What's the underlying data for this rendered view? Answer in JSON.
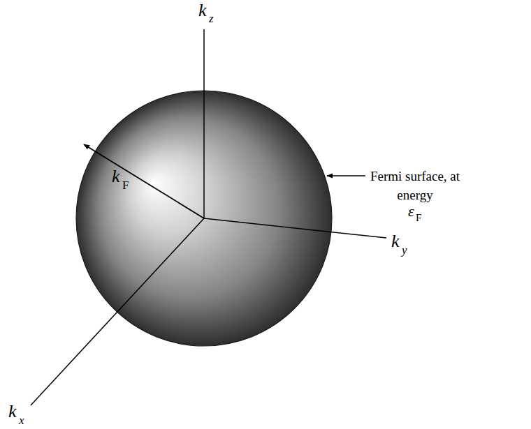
{
  "diagram": {
    "labels": [
      "k",
      "z",
      "k",
      "y",
      "k",
      "x",
      "k",
      "F",
      "Fermi surface, at energy",
      "ε",
      "F"
    ]
  }
}
